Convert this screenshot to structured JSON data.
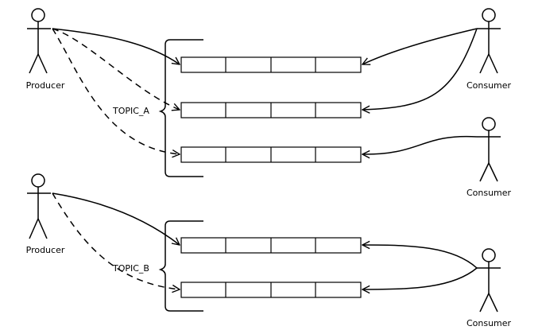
{
  "actors": {
    "producer_a": "Producer",
    "producer_b": "Producer",
    "consumer_1": "Consumer",
    "consumer_2": "Consumer",
    "consumer_3": "Consumer"
  },
  "topics": {
    "a": "TOPIC_A",
    "b": "TOPIC_B"
  }
}
